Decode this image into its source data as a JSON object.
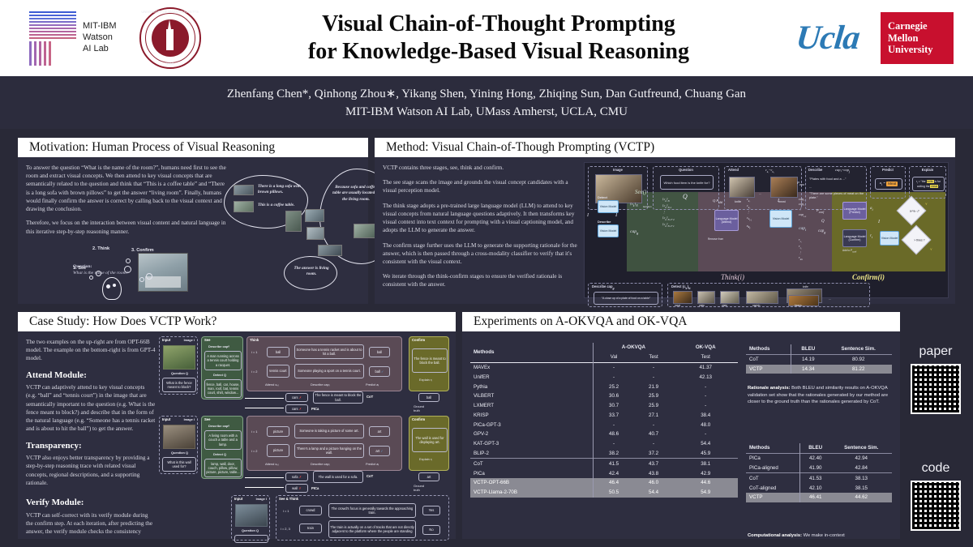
{
  "header": {
    "title_line1": "Visual Chain-of-Thought Prompting",
    "title_line2": "for Knowledge-Based Visual Reasoning",
    "mitibm_line1": "MIT-IBM",
    "mitibm_line2": "Watson",
    "mitibm_line3": "AI Lab",
    "umass_top": "UNIVERSITY OF MASSACHUSETTS",
    "umass_bottom": "1863",
    "ucla": "Ucla",
    "cmu_line1": "Carnegie",
    "cmu_line2": "Mellon",
    "cmu_line3": "University"
  },
  "authors": {
    "names": "Zhenfang Chen*, Qinhong Zhou∗, Yikang Shen, Yining Hong, Zhiqing Sun, Dan Gutfreund, Chuang Gan",
    "affiliations": "MIT-IBM Watson AI Lab, UMass Amherst, UCLA, CMU"
  },
  "motivation": {
    "title": "Motivation: Human Process of Visual Reasoning",
    "para1": "To answer the question “What is the name of the room?”, humans need first to see the room and extract visual concepts. We then attend to key visual concepts that are semantically related to the question and think that “This is a coffee table” and “There is a long sofa with brown pillows” to get the answer “living room”. Finally, humans would finally confirm the answer is correct by calling back to the visual context and drawing the conclusion.",
    "para2": "Therefore, we focus on the interaction between visual content and natural language in this iterative step-by-step reasoning manner.",
    "question_label": "Question:",
    "question_text": "What is the name of the room?",
    "stage1": "1. See",
    "stage2": "2. Think",
    "stage3": "3. Confirm",
    "think_b1": "There is a long sofa with brown pillows.",
    "think_b2": "This is a coffee table.",
    "confirm_b": "Because sofa and coffee table are usually located in the living room.",
    "answer_b": "The answer is living room."
  },
  "method": {
    "title": "Method: Visual Chain-of-Though Prompting (VCTP)",
    "para1": "VCTP contains three stages, see, think and confirm.",
    "para2": "The see stage scans the image and grounds the visual concept candidates with a visual perception model.",
    "para3": "The think stage adopts a pre-trained large language model (LLM) to attend to key visual concepts from natural language questions adaptively. It then transforms key visual context into text context for prompting with a visual captioning model, and adopts the LLM to generate the answer.",
    "para4": "The confirm stage further uses the LLM to generate the supporting rationale for the answer, which is then passed through a cross-modality classifier to verify that it's consistent with the visual context.",
    "para5": "We iterate through the think-confirm stages to ensure the verified rationale is consistent with the answer.",
    "diagram": {
      "lab_image": "Image",
      "lab_question": "Question",
      "lab_attend": "Attend",
      "lab_describe": "Describe",
      "lab_predict": "Predict",
      "lab_explain": "Explain",
      "lab_describe_capg": "Describe",
      "lab_detect": "Detect",
      "question_text": "Which food item is the knife for?",
      "attend_1": "knife",
      "attend_2": "meat",
      "describe_1": "\"Plates with food and a ...\"",
      "describe_2": "\"There are some pieces of meat on the plate.\"",
      "predict_text": "Meat",
      "explain_text": "the knife is for cutting the meat .",
      "capg_text": "\"A close up of a plate of food on a table\"",
      "detect_items": [
        "meat",
        "plate",
        "plate",
        "napkin",
        "knife",
        "beans"
      ],
      "vision_model": "Vision Model",
      "language_model_attend": "Language Model (Attend)",
      "language_model_predict": "Language Model (Predict)",
      "language_model_confirm": "Language Model (Confirm)",
      "see_label": "See()",
      "think_label": "Think(i)",
      "confirm_label": "Confirm(i)",
      "detect_small": "Detect",
      "describe_small": "Describe",
      "iteration": "iteration",
      "remove_from": "Remove from",
      "add_to": "Add to",
      "diamond1": "aᵢ=aᵢ₋₁?",
      "diamond2": "> thres ?",
      "yes1": "Y",
      "yes2": "Y"
    }
  },
  "case_study": {
    "title": "Case Study: How Does VCTP Work?",
    "intro": "The two examples on the up-right are from OPT-66B model. The example on the bottom-right is from GPT-4 model.",
    "attend_head": "Attend Module:",
    "attend_text": "VCTP can adaptively attend to key visual concepts (e.g. “ball” and “tennis court”) in the image that are semantically important to the question (e.g. What is the fence meant to block?) and describe that in the form of the natural language (e.g. “Someone has a tennis racket and is about to hit the ball”) to get the answer.",
    "transparency_head": "Transparency:",
    "transparency_text": "VCTP also enjoys better transparency by providing a step-by-step reasoning trace with related visual concepts, regional descriptions, and a supporting rationale.",
    "verify_head": "Verify Module:",
    "verify_text": "VCTP can self-correct with its verify module during the confirm step. At each iteration, after predicting the answer, the verify module checks the consistency",
    "labels": {
      "input": "Input",
      "image": "Image I",
      "question": "Question Q",
      "see": "See",
      "think": "Think",
      "confirm": "Confirm",
      "see_think": "See & Think",
      "describe_capg": "Describe capᵍ",
      "detect": "Detect Q",
      "attend": "Attend cₖᵢ",
      "describe_capi": "Describe capᵢ",
      "predict": "Predict aᵢ",
      "explain": "Explain rᵢ",
      "ground_truth": "Ground truth",
      "cot": "CoT",
      "pica": "PICa"
    },
    "example1": {
      "question": "What is the fence meant to block?",
      "capg": "A man running across a tennis court holding a racquet.",
      "detect": "fence, ball, car, house, man, roof, bat, tennis court, shirt, window...",
      "i1": "i = 1",
      "i2": "i = 2",
      "attend1": "ball",
      "attend2": "tennis court",
      "desc1": "Someone has a tennis racket and is about to hit a ball.",
      "desc2": "Someone playing a sport on a tennis court.",
      "pred1": "ball",
      "pred2": "ball",
      "confirm": "The fence is meant to block the ball.",
      "cot_concept": "cars",
      "cot_text": "The fence is meant to block the ball.",
      "pica_concept": "cars",
      "gt": "ball"
    },
    "example2": {
      "question": "What is this wall used for?",
      "capg": "A living room with a couch a table and a lamp.",
      "detect": "lamp, wall, door, couch, pillow, pillow, picture, picture, table...",
      "i1": "i = 1",
      "i2": "i = 2",
      "attend1": "picture",
      "attend2": "picture",
      "desc1": "Someone is taking a picture of some art.",
      "desc2": "There's a lamp and a picture hanging on the wall.",
      "pred1": "art",
      "pred2": "art",
      "confirm": "The wall is used for displaying art.",
      "cot_concept": "sofa",
      "cot_text": "The wall is used for a sofa.",
      "pica_concept": "wall",
      "gt": "art"
    },
    "example3": {
      "i1": "i = 1",
      "i2": "i = 2, 3",
      "attend1": "crowd",
      "attend2": "train",
      "desc1": "The crowd's focus is generally towards the approaching train.",
      "desc2": "The train is actually on a set of tracks that are not directly adjacent to the platform where the people are standing",
      "verdict1": "Yes",
      "verdict2": "No"
    }
  },
  "experiments": {
    "title": "Experiments on A-OKVQA and OK-VQA",
    "main_table": {
      "group1": "A-OKVQA",
      "group2": "OK-VQA",
      "columns": [
        "Methods",
        "Val",
        "Test",
        "Test"
      ],
      "rows": [
        {
          "m": "MAVEx",
          "v": [
            "-",
            "-",
            "41.37"
          ]
        },
        {
          "m": "UnifER",
          "v": [
            "-",
            "-",
            "42.13"
          ]
        },
        {
          "m": "Pythia",
          "v": [
            "25.2",
            "21.9",
            "-"
          ]
        },
        {
          "m": "ViLBERT",
          "v": [
            "30.6",
            "25.9",
            "-"
          ]
        },
        {
          "m": "LXMERT",
          "v": [
            "30.7",
            "25.9",
            "-"
          ]
        },
        {
          "m": "KRISP",
          "v": [
            "33.7",
            "27.1",
            "38.4"
          ]
        },
        {
          "m": "PICa-GPT-3",
          "v": [
            "-",
            "-",
            "48.0"
          ]
        },
        {
          "m": "GPV-2",
          "v": [
            "48.6",
            "40.7",
            "-"
          ]
        },
        {
          "m": "KAT-GPT-3",
          "v": [
            "-",
            "-",
            "54.4"
          ]
        },
        {
          "m": "BLIP-2",
          "v": [
            "38.2",
            "37.2",
            "45.9"
          ]
        },
        {
          "m": "CoT",
          "v": [
            "41.5",
            "43.7",
            "38.1"
          ]
        },
        {
          "m": "PICa",
          "v": [
            "42.4",
            "43.8",
            "42.9"
          ]
        },
        {
          "m": "VCTP-OPT-66B",
          "v": [
            "46.4",
            "46.0",
            "44.6"
          ]
        },
        {
          "m": "VCTP-Llama-2-70B",
          "v": [
            "50.5",
            "54.4",
            "54.9"
          ]
        }
      ]
    },
    "table2": {
      "columns": [
        "Methods",
        "BLEU",
        "Sentence Sim."
      ],
      "rows": [
        {
          "m": "CoT",
          "v": [
            "14.19",
            "80.92"
          ]
        },
        {
          "m": "VCTP",
          "v": [
            "14.34",
            "81.22"
          ]
        }
      ]
    },
    "note1_head": "Rationale analysis:",
    "note1_text": " Both BLEU and similarity results on A-OKVQA validation set show that the rationales generated by our method are closer to the ground truth than the rationales generated by CoT.",
    "table3": {
      "columns": [
        "Methods",
        "BLEU",
        "Sentence Sim."
      ],
      "rows": [
        {
          "m": "PICa",
          "v": [
            "42.40",
            "42.94"
          ]
        },
        {
          "m": "PICa-aligned",
          "v": [
            "41.90",
            "42.84"
          ]
        },
        {
          "m": "CoT",
          "v": [
            "41.53",
            "38.13"
          ]
        },
        {
          "m": "CoT-aligned",
          "v": [
            "42.10",
            "38.15"
          ]
        },
        {
          "m": "VCTP",
          "v": [
            "46.41",
            "44.62"
          ]
        }
      ]
    },
    "note2_head": "Computational analysis:",
    "note2_text": " We make in-context"
  },
  "links": {
    "paper_label": "paper",
    "code_label": "code"
  },
  "colors": {
    "bg": "#292937",
    "panel": "#2e2e40",
    "accent_blue": "#2c7ab5",
    "cmu_red": "#c8102e",
    "umass_maroon": "#8b1a2b",
    "highlight_row": "#8a8a93"
  }
}
